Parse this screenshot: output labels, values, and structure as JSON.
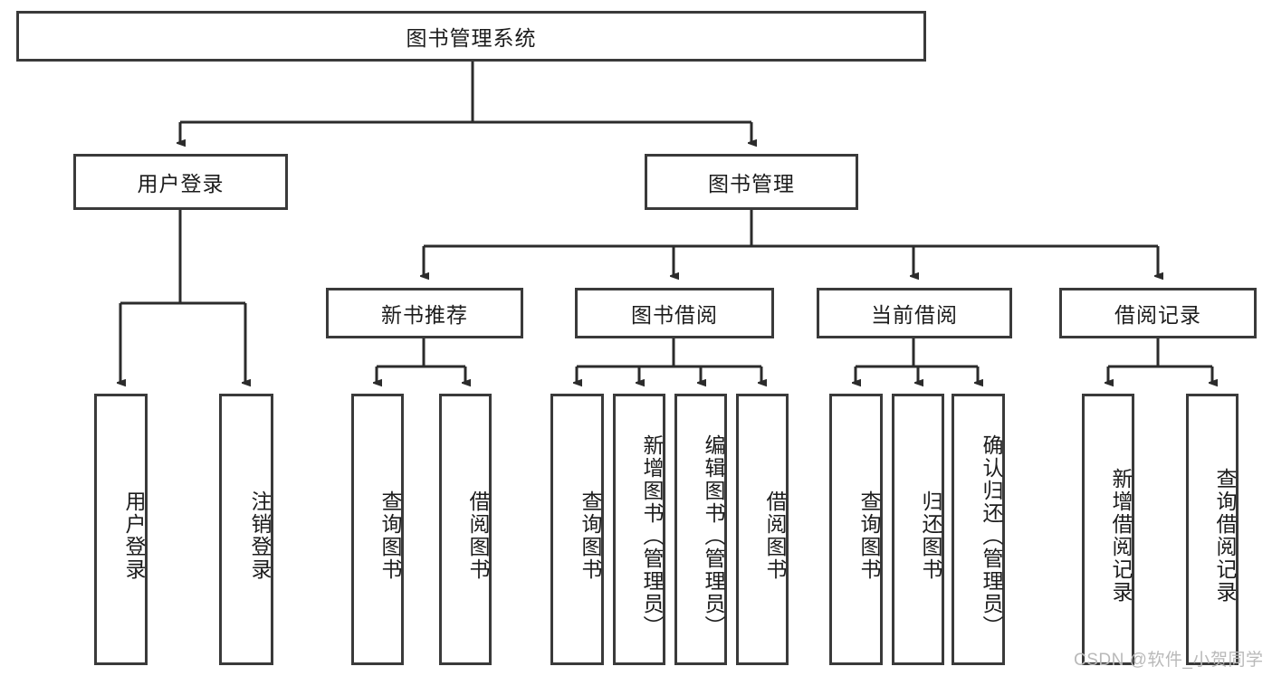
{
  "diagram": {
    "title": "图书管理系统",
    "root": {
      "label": "图书管理系统"
    },
    "level1": [
      {
        "label": "用户登录"
      },
      {
        "label": "图书管理"
      }
    ],
    "level2": [
      {
        "label": "新书推荐"
      },
      {
        "label": "图书借阅"
      },
      {
        "label": "当前借阅"
      },
      {
        "label": "借阅记录"
      }
    ],
    "leaves": {
      "user_login": [
        {
          "label": "用户登录"
        },
        {
          "label": "注销登录"
        }
      ],
      "new_book_recommend": [
        {
          "label": "查询图书"
        },
        {
          "label": "借阅图书"
        }
      ],
      "book_borrow": [
        {
          "label": "查询图书"
        },
        {
          "label": "新增图书（管理员）"
        },
        {
          "label": "编辑图书（管理员）"
        },
        {
          "label": "借阅图书"
        }
      ],
      "current_borrow": [
        {
          "label": "查询图书"
        },
        {
          "label": "归还图书"
        },
        {
          "label": "确认归还（管理员）"
        }
      ],
      "borrow_record": [
        {
          "label": "新增借阅记录"
        },
        {
          "label": "查询借阅记录"
        }
      ]
    }
  },
  "watermark": {
    "text": "CSDN @软件_小贺同学"
  },
  "colors": {
    "border": "#3a3a3a",
    "background": "#ffffff",
    "text": "#1c1c1c",
    "watermark": "#b9b9b9"
  }
}
